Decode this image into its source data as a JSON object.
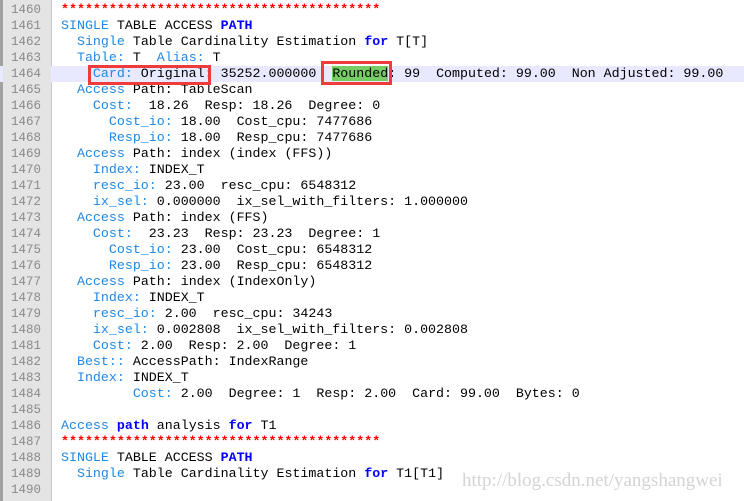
{
  "editor": {
    "current_line": 1464,
    "lines": [
      {
        "n": "1460",
        "indent": "",
        "parts": [
          {
            "t": "stars",
            "v": "****************************************"
          }
        ]
      },
      {
        "n": "1461",
        "indent": "",
        "parts": [
          {
            "t": "kw",
            "v": "SINGLE"
          },
          {
            "t": "txt",
            "v": " TABLE ACCESS "
          },
          {
            "t": "kb",
            "v": "PATH"
          }
        ]
      },
      {
        "n": "1462",
        "indent": "  ",
        "parts": [
          {
            "t": "kw",
            "v": "Single"
          },
          {
            "t": "txt",
            "v": " Table Cardinality Estimation "
          },
          {
            "t": "kb",
            "v": "for"
          },
          {
            "t": "txt",
            "v": " T[T]"
          }
        ]
      },
      {
        "n": "1463",
        "indent": "  ",
        "parts": [
          {
            "t": "kw",
            "v": "Table:"
          },
          {
            "t": "txt",
            "v": " T  "
          },
          {
            "t": "kw",
            "v": "Alias:"
          },
          {
            "t": "txt",
            "v": " T"
          }
        ]
      },
      {
        "n": "1464",
        "indent": "    ",
        "parts": [
          {
            "t": "kw",
            "v": "Card:"
          },
          {
            "t": "txt",
            "v": " Original: 35252.000000  "
          },
          {
            "t": "hl",
            "v": "Rounded"
          },
          {
            "t": "txt",
            "v": ": 99  Computed: 99.00  Non Adjusted: 99.00"
          }
        ]
      },
      {
        "n": "1465",
        "indent": "  ",
        "parts": [
          {
            "t": "kw",
            "v": "Access"
          },
          {
            "t": "txt",
            "v": " Path: TableScan"
          }
        ]
      },
      {
        "n": "1466",
        "indent": "    ",
        "parts": [
          {
            "t": "kw",
            "v": "Cost:"
          },
          {
            "t": "txt",
            "v": "  18.26  Resp: 18.26  Degree: 0"
          }
        ]
      },
      {
        "n": "1467",
        "indent": "      ",
        "parts": [
          {
            "t": "kw",
            "v": "Cost_io:"
          },
          {
            "t": "txt",
            "v": " 18.00  Cost_cpu: 7477686"
          }
        ]
      },
      {
        "n": "1468",
        "indent": "      ",
        "parts": [
          {
            "t": "kw",
            "v": "Resp_io:"
          },
          {
            "t": "txt",
            "v": " 18.00  Resp_cpu: 7477686"
          }
        ]
      },
      {
        "n": "1469",
        "indent": "  ",
        "parts": [
          {
            "t": "kw",
            "v": "Access"
          },
          {
            "t": "txt",
            "v": " Path: index (index (FFS))"
          }
        ]
      },
      {
        "n": "1470",
        "indent": "    ",
        "parts": [
          {
            "t": "kw",
            "v": "Index:"
          },
          {
            "t": "txt",
            "v": " INDEX_T"
          }
        ]
      },
      {
        "n": "1471",
        "indent": "    ",
        "parts": [
          {
            "t": "kw",
            "v": "resc_io:"
          },
          {
            "t": "txt",
            "v": " 23.00  resc_cpu: 6548312"
          }
        ]
      },
      {
        "n": "1472",
        "indent": "    ",
        "parts": [
          {
            "t": "kw",
            "v": "ix_sel:"
          },
          {
            "t": "txt",
            "v": " 0.000000  ix_sel_with_filters: 1.000000"
          }
        ]
      },
      {
        "n": "1473",
        "indent": "  ",
        "parts": [
          {
            "t": "kw",
            "v": "Access"
          },
          {
            "t": "txt",
            "v": " Path: index (FFS)"
          }
        ]
      },
      {
        "n": "1474",
        "indent": "    ",
        "parts": [
          {
            "t": "kw",
            "v": "Cost:"
          },
          {
            "t": "txt",
            "v": "  23.23  Resp: 23.23  Degree: 1"
          }
        ]
      },
      {
        "n": "1475",
        "indent": "      ",
        "parts": [
          {
            "t": "kw",
            "v": "Cost_io:"
          },
          {
            "t": "txt",
            "v": " 23.00  Cost_cpu: 6548312"
          }
        ]
      },
      {
        "n": "1476",
        "indent": "      ",
        "parts": [
          {
            "t": "kw",
            "v": "Resp_io:"
          },
          {
            "t": "txt",
            "v": " 23.00  Resp_cpu: 6548312"
          }
        ]
      },
      {
        "n": "1477",
        "indent": "  ",
        "parts": [
          {
            "t": "kw",
            "v": "Access"
          },
          {
            "t": "txt",
            "v": " Path: index (IndexOnly)"
          }
        ]
      },
      {
        "n": "1478",
        "indent": "    ",
        "parts": [
          {
            "t": "kw",
            "v": "Index:"
          },
          {
            "t": "txt",
            "v": " INDEX_T"
          }
        ]
      },
      {
        "n": "1479",
        "indent": "    ",
        "parts": [
          {
            "t": "kw",
            "v": "resc_io:"
          },
          {
            "t": "txt",
            "v": " 2.00  resc_cpu: 34243"
          }
        ]
      },
      {
        "n": "1480",
        "indent": "    ",
        "parts": [
          {
            "t": "kw",
            "v": "ix_sel:"
          },
          {
            "t": "txt",
            "v": " 0.002808  ix_sel_with_filters: 0.002808"
          }
        ]
      },
      {
        "n": "1481",
        "indent": "    ",
        "parts": [
          {
            "t": "kw",
            "v": "Cost:"
          },
          {
            "t": "txt",
            "v": " 2.00  Resp: 2.00  Degree: 1"
          }
        ]
      },
      {
        "n": "1482",
        "indent": "  ",
        "parts": [
          {
            "t": "kw",
            "v": "Best::"
          },
          {
            "t": "txt",
            "v": " AccessPath: IndexRange"
          }
        ]
      },
      {
        "n": "1483",
        "indent": "  ",
        "parts": [
          {
            "t": "kw",
            "v": "Index:"
          },
          {
            "t": "txt",
            "v": " INDEX_T"
          }
        ]
      },
      {
        "n": "1484",
        "indent": "         ",
        "parts": [
          {
            "t": "kw",
            "v": "Cost:"
          },
          {
            "t": "txt",
            "v": " 2.00  Degree: 1  Resp: 2.00  Card: 99.00  Bytes: 0"
          }
        ]
      },
      {
        "n": "1485",
        "indent": "",
        "parts": []
      },
      {
        "n": "1486",
        "indent": "",
        "parts": [
          {
            "t": "kw",
            "v": "Access"
          },
          {
            "t": "txt",
            "v": " "
          },
          {
            "t": "kbn",
            "v": "path"
          },
          {
            "t": "txt",
            "v": " analysis "
          },
          {
            "t": "kbn",
            "v": "for"
          },
          {
            "t": "txt",
            "v": " T1"
          }
        ]
      },
      {
        "n": "1487",
        "indent": "",
        "parts": [
          {
            "t": "stars",
            "v": "****************************************"
          }
        ]
      },
      {
        "n": "1488",
        "indent": "",
        "parts": [
          {
            "t": "kw",
            "v": "SINGLE"
          },
          {
            "t": "txt",
            "v": " TABLE ACCESS "
          },
          {
            "t": "kb",
            "v": "PATH"
          }
        ]
      },
      {
        "n": "1489",
        "indent": "  ",
        "parts": [
          {
            "t": "kw",
            "v": "Single"
          },
          {
            "t": "txt",
            "v": " Table Cardinality Estimation "
          },
          {
            "t": "kb",
            "v": "for"
          },
          {
            "t": "txt",
            "v": " T1[T1]"
          }
        ]
      },
      {
        "n": "1490",
        "indent": "",
        "parts": []
      }
    ]
  },
  "annotations": {
    "box_original_label": "Card: Original",
    "box_rounded_label": "Rounded",
    "box_color": "#ef3b3b",
    "highlight_color": "#77cc66"
  },
  "watermark": {
    "text": "http://blog.csdn.net/yangshangwei"
  }
}
